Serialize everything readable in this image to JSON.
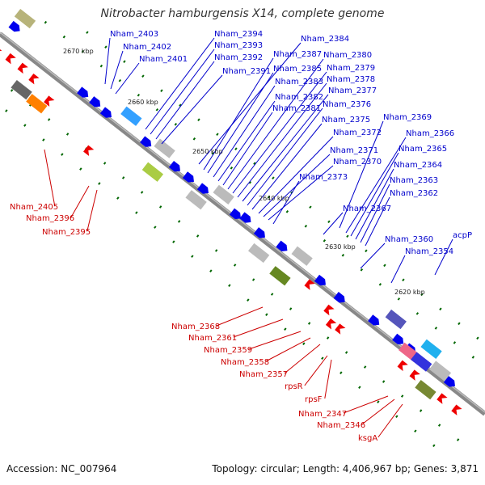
{
  "title": "Nitrobacter hamburgensis X14, complete genome",
  "footer": {
    "accession": "Accession: NC_007964",
    "topology": "Topology: circular; Length: 4,406,967 bp; Genes: 3,871"
  },
  "ticks": [
    "2670 kbp",
    "2660 kbp",
    "2650 kbp",
    "2640 kbp",
    "2630 kbp",
    "2620 kbp"
  ],
  "labels_plus": [
    "Nham_2403",
    "Nham_2402",
    "Nham_2401",
    "Nham_2394",
    "Nham_2393",
    "Nham_2392",
    "Nham_2391",
    "Nham_2384",
    "Nham_2387",
    "Nham_2385",
    "Nham_2383",
    "Nham_2382",
    "Nham_2381",
    "Nham_2380",
    "Nham_2379",
    "Nham_2378",
    "Nham_2377",
    "Nham_2376",
    "Nham_2375",
    "Nham_2372",
    "Nham_2371",
    "Nham_2370",
    "Nham_2373",
    "Nham_2369",
    "Nham_2366",
    "Nham_2365",
    "Nham_2364",
    "Nham_2363",
    "Nham_2362",
    "Nham_2367",
    "Nham_2360",
    "acpP",
    "Nham_2354"
  ],
  "labels_minus": [
    "Nham_2405",
    "Nham_2396",
    "Nham_2395",
    "Nham_2368",
    "Nham_2361",
    "Nham_2359",
    "Nham_2358",
    "Nham_2357",
    "rpsR",
    "rpsF",
    "Nham_2347",
    "Nham_2346",
    "ksgA"
  ],
  "colors": {
    "plus_strand": "#0000ee",
    "minus_strand": "#ee0000",
    "backbone": "#777777",
    "gc_skew": "#006600",
    "label_plus": "#0000cc",
    "label_minus": "#cc0000"
  }
}
